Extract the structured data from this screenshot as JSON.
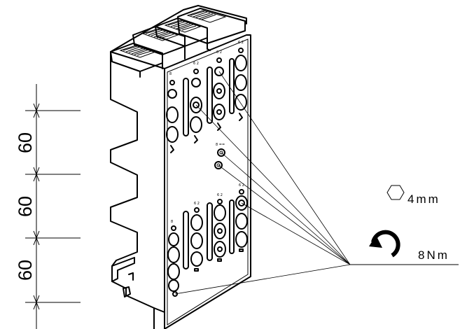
{
  "dimensions": {
    "segments": [
      {
        "value": "60"
      },
      {
        "value": "60"
      },
      {
        "value": "60"
      }
    ]
  },
  "specs": {
    "hex_key": {
      "icon": "hexagon-icon",
      "label": "4mm"
    },
    "torque": {
      "icon": "rotate-clockwise-arrow-icon",
      "label": "8Nm"
    }
  },
  "colors": {
    "line": "#000000",
    "background": "#ffffff"
  }
}
